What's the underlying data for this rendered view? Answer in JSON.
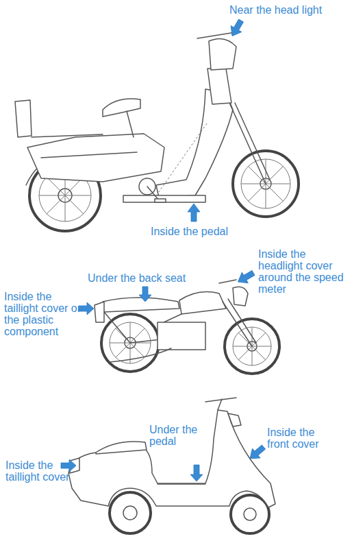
{
  "diagram": {
    "labels": [
      "Near the head light",
      "Inside the pedal",
      "Under the back seat",
      "Inside the headlight cover around the speed meter",
      "Inside the taillight cover or the plastic component",
      "Under the pedal",
      "Inside the front cover",
      "Inside the taillight cover"
    ]
  }
}
